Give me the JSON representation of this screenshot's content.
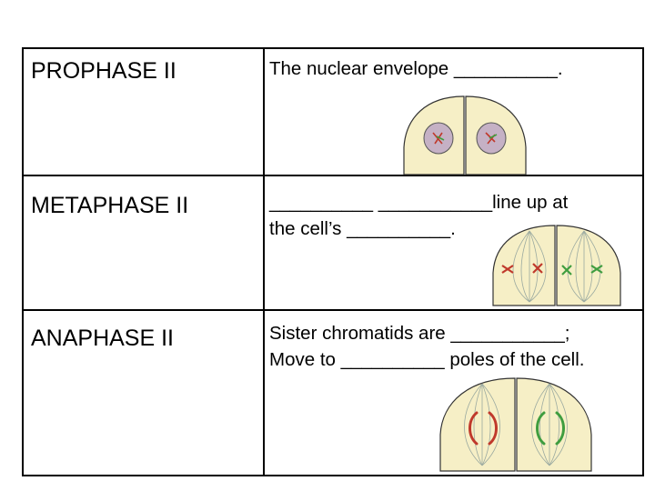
{
  "rows": [
    {
      "phase": "PROPHASE II",
      "lines": [
        "The nuclear envelope __________."
      ]
    },
    {
      "phase": "METAPHASE II",
      "lines": [
        "__________ ___________line up at",
        "the cell’s __________."
      ]
    },
    {
      "phase": "ANAPHASE II",
      "lines": [
        "Sister chromatids are ___________;",
        "Move to __________ poles of the cell."
      ]
    }
  ],
  "colors": {
    "cell_fill": "#f6efc6",
    "nucleus_fill": "#c5b1c5",
    "chromosome_red": "#c0392b",
    "chromosome_green": "#3f9d3f",
    "spindle": "#9aa9a0"
  }
}
